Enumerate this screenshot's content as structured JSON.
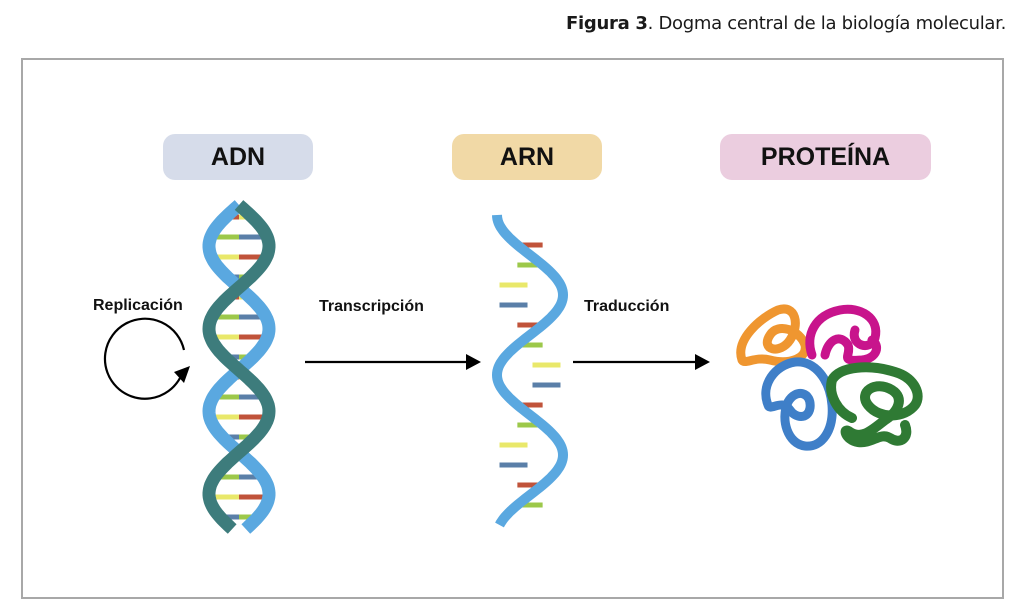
{
  "caption": {
    "figure_label": "Figura 3",
    "text": ". Dogma central de la biología molecular."
  },
  "stages": {
    "dna": {
      "label": "ADN",
      "color": "#d6dcea"
    },
    "rna": {
      "label": "ARN",
      "color": "#f1d9a6"
    },
    "protein": {
      "label": "PROTEÍNA",
      "color": "#ebcddf"
    }
  },
  "processes": {
    "replication": "Replicación",
    "transcription": "Transcripción",
    "translation": "Traducción"
  },
  "colors": {
    "strand_dark": "#3d7c7c",
    "strand_light": "#5aa8e0",
    "base_red": "#c0533a",
    "base_green": "#9cc84a",
    "base_yellow": "#e9e86a",
    "base_blue": "#5a7fa8",
    "protein_orange": "#ef9630",
    "protein_magenta": "#c8148c",
    "protein_blue": "#3f7fc8",
    "protein_green": "#2f7a34"
  }
}
